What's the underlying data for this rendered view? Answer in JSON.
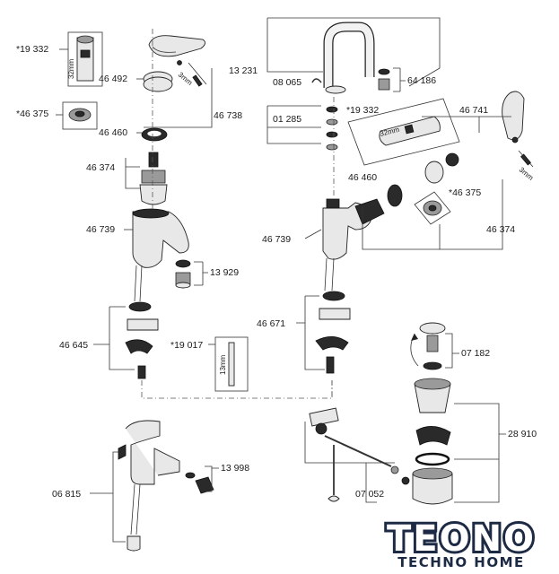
{
  "labels": {
    "p19332_left": "*19 332",
    "p46492": "46 492",
    "p46375_left": "*46 375",
    "p46460_left": "46 460",
    "p46738": "46 738",
    "p46374_left": "46 374",
    "p46739_left": "46 739",
    "p13929": "13 929",
    "p46645": "46 645",
    "p19017": "*19 017",
    "p06815": "06 815",
    "p13998": "13 998",
    "p13231": "13 231",
    "p08065": "08 065",
    "p64186": "64 186",
    "p01285": "01 285",
    "p19332_right": "*19 332",
    "p46741": "46 741",
    "p46460_right": "46 460",
    "p46375_right": "*46 375",
    "p46739_right": "46 739",
    "p46374_right": "46 374",
    "p46671": "46 671",
    "p07182": "07 182",
    "p28910": "28 910",
    "p07052": "07 052"
  },
  "dimensions": {
    "d32mm_left": "32mm",
    "d3mm_left": "3mm",
    "d32mm_right": "32mm",
    "d3mm_right": "3mm",
    "d13mm": "13mm"
  },
  "logo": {
    "name": "TEONO",
    "tagline": "TECHNO HOME"
  },
  "colors": {
    "line": "#333333",
    "logo_dark": "#1d2a44"
  }
}
